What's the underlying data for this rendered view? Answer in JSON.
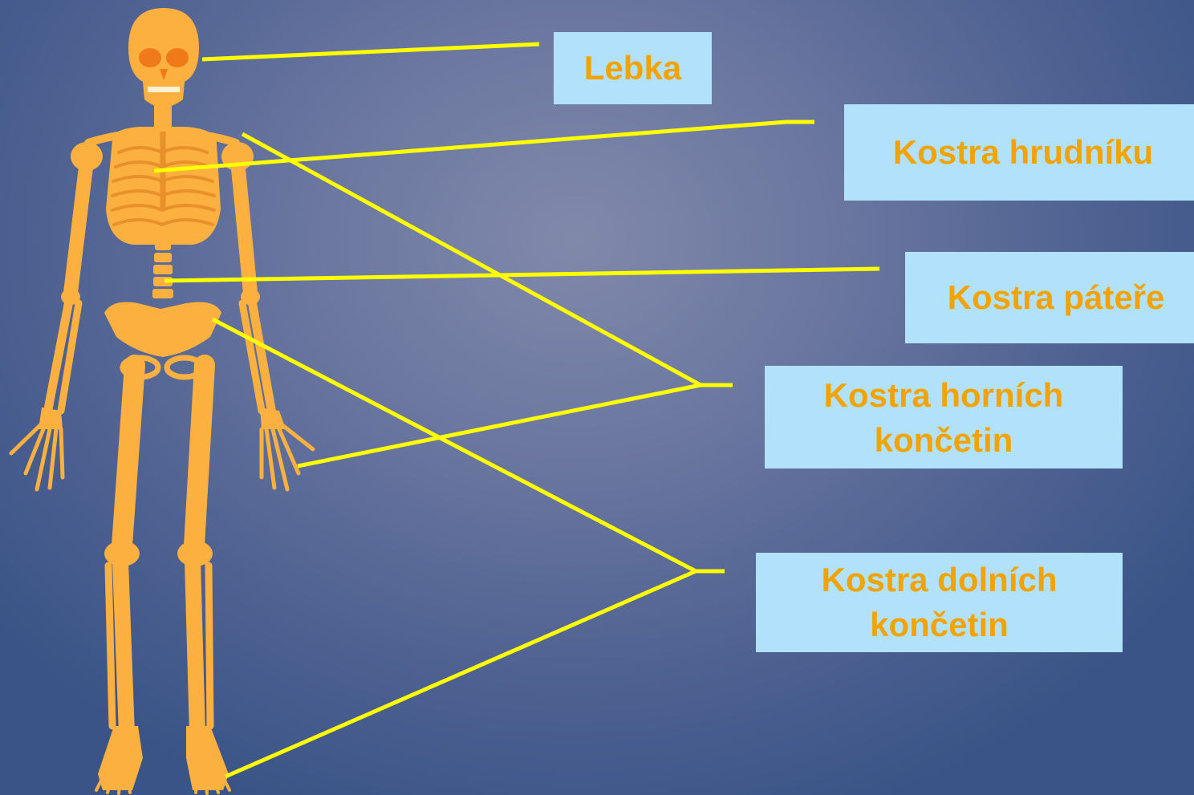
{
  "labels": {
    "lebka": "Lebka",
    "hrudnik": "Kostra hrudníku",
    "patere": "Kostra páteře",
    "horni_line1": "Kostra horních",
    "horni_line2": "končetin",
    "dolni_line1": "Kostra dolních",
    "dolni_line2": "končetin"
  },
  "colors": {
    "background": "#5a6b98",
    "label_fill": "#b2e2fb",
    "label_text": "#f2a300",
    "leader_line": "#ffff00",
    "bone": "#fbb040",
    "bone_shadow": "#e8902a"
  }
}
